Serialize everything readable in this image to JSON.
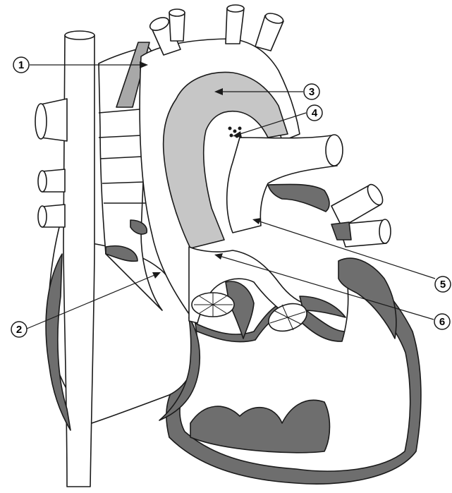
{
  "colors": {
    "background": "#ffffff",
    "outline": "#1a1a1a",
    "dark_fill": "#6e6e6e",
    "light_fill": "#c6c6c6",
    "vessel_fill": "#ffffff"
  },
  "labels": [
    {
      "id": "1",
      "text": "1"
    },
    {
      "id": "2",
      "text": "2"
    },
    {
      "id": "3",
      "text": "3"
    },
    {
      "id": "4",
      "text": "4"
    },
    {
      "id": "5",
      "text": "5"
    },
    {
      "id": "6",
      "text": "6"
    }
  ]
}
